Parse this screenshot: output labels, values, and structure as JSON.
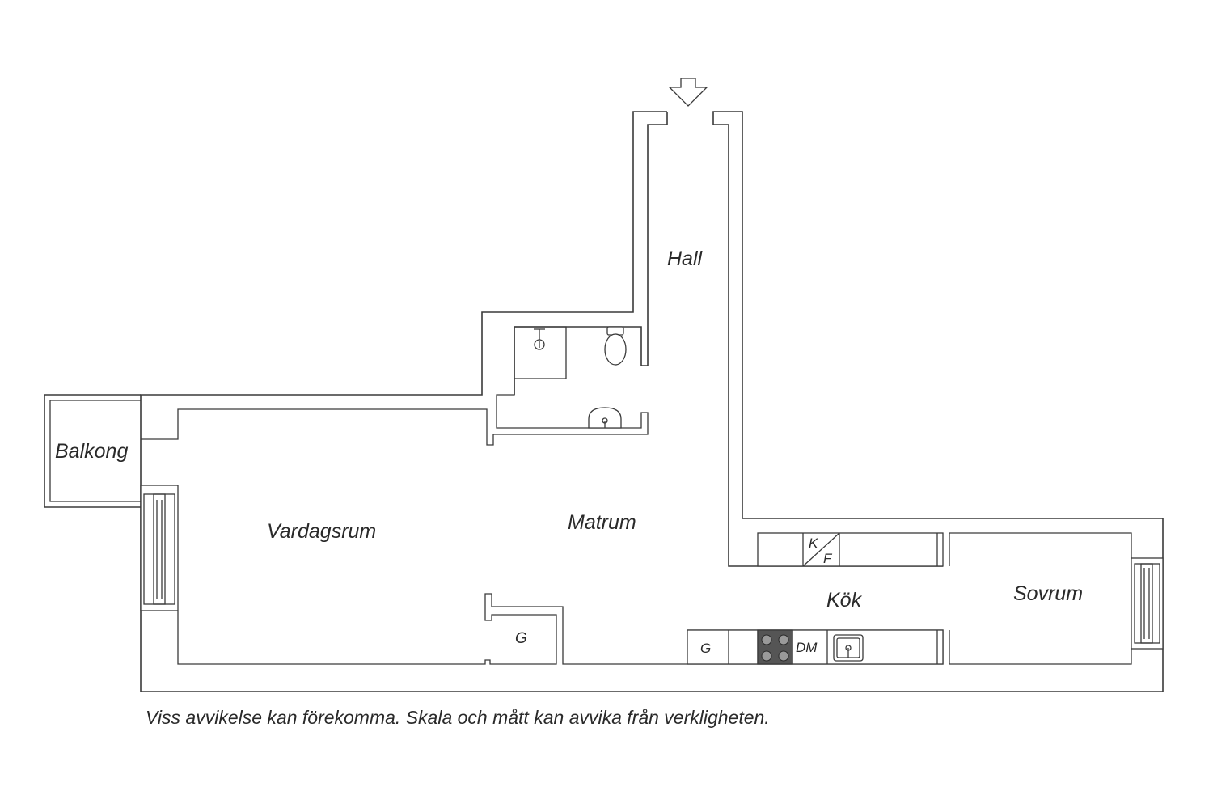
{
  "rooms": {
    "hall": "Hall",
    "balkong": "Balkong",
    "vardagsrum": "Vardagsrum",
    "matrum": "Matrum",
    "kok": "Kök",
    "sovrum": "Sovrum"
  },
  "fixtures": {
    "wardrobe_hall": "G",
    "wardrobe_kitchen": "G",
    "fridge_k": "K",
    "fridge_f": "F",
    "dishwasher": "DM"
  },
  "disclaimer": "Viss avvikelse kan förekomma. Skala och mått kan avvika från verkligheten.",
  "colors": {
    "wall": "#3a3a3a",
    "stove": "#555555",
    "background": "#ffffff"
  }
}
